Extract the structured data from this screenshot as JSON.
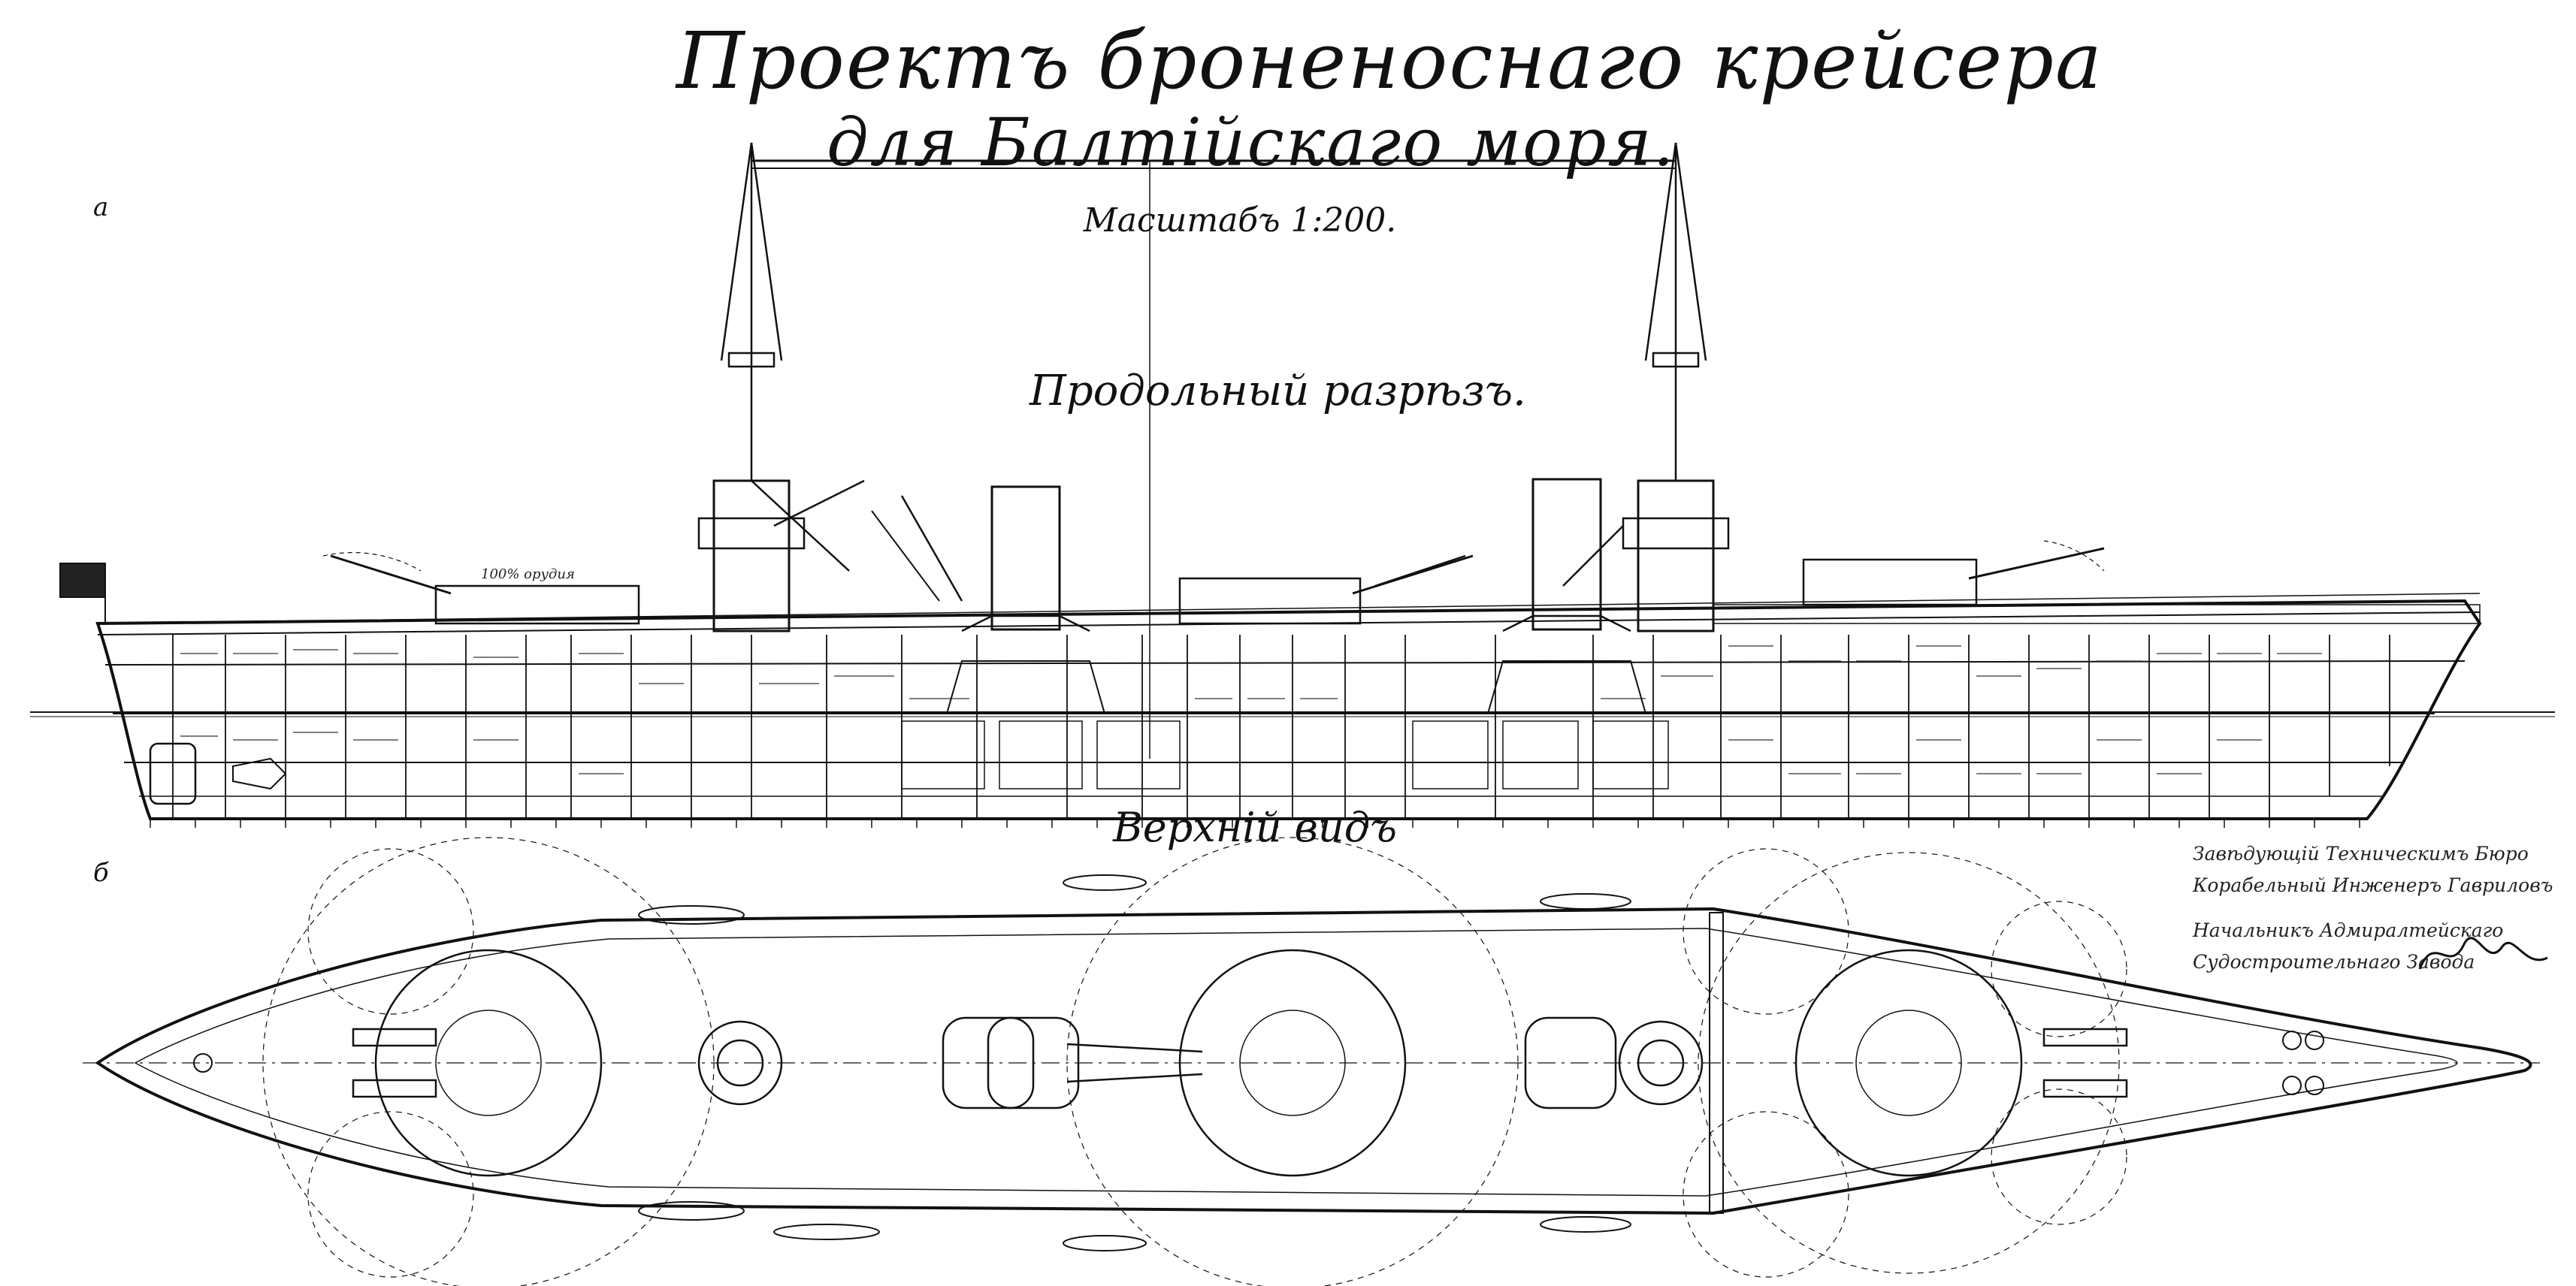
{
  "title": {
    "line1": "Проектъ броненоснаго крейсера",
    "line2": "для Балтійскаго моря."
  },
  "scale_label": "Масштабъ 1:200.",
  "views": {
    "longitudinal": "Продольный разрѣзъ.",
    "top": "Верхній видъ"
  },
  "figure_labels": {
    "a": "а",
    "b": "б"
  },
  "signature_block": {
    "line1": "Завѣдующій Техническимъ Бюро",
    "line2": "Корабельный Инженеръ Гавриловъ",
    "line3": "Начальникъ Адмиралтейскаго",
    "line4": "Судостроительнаго Завода"
  },
  "turret_note": "100% орудия"
}
